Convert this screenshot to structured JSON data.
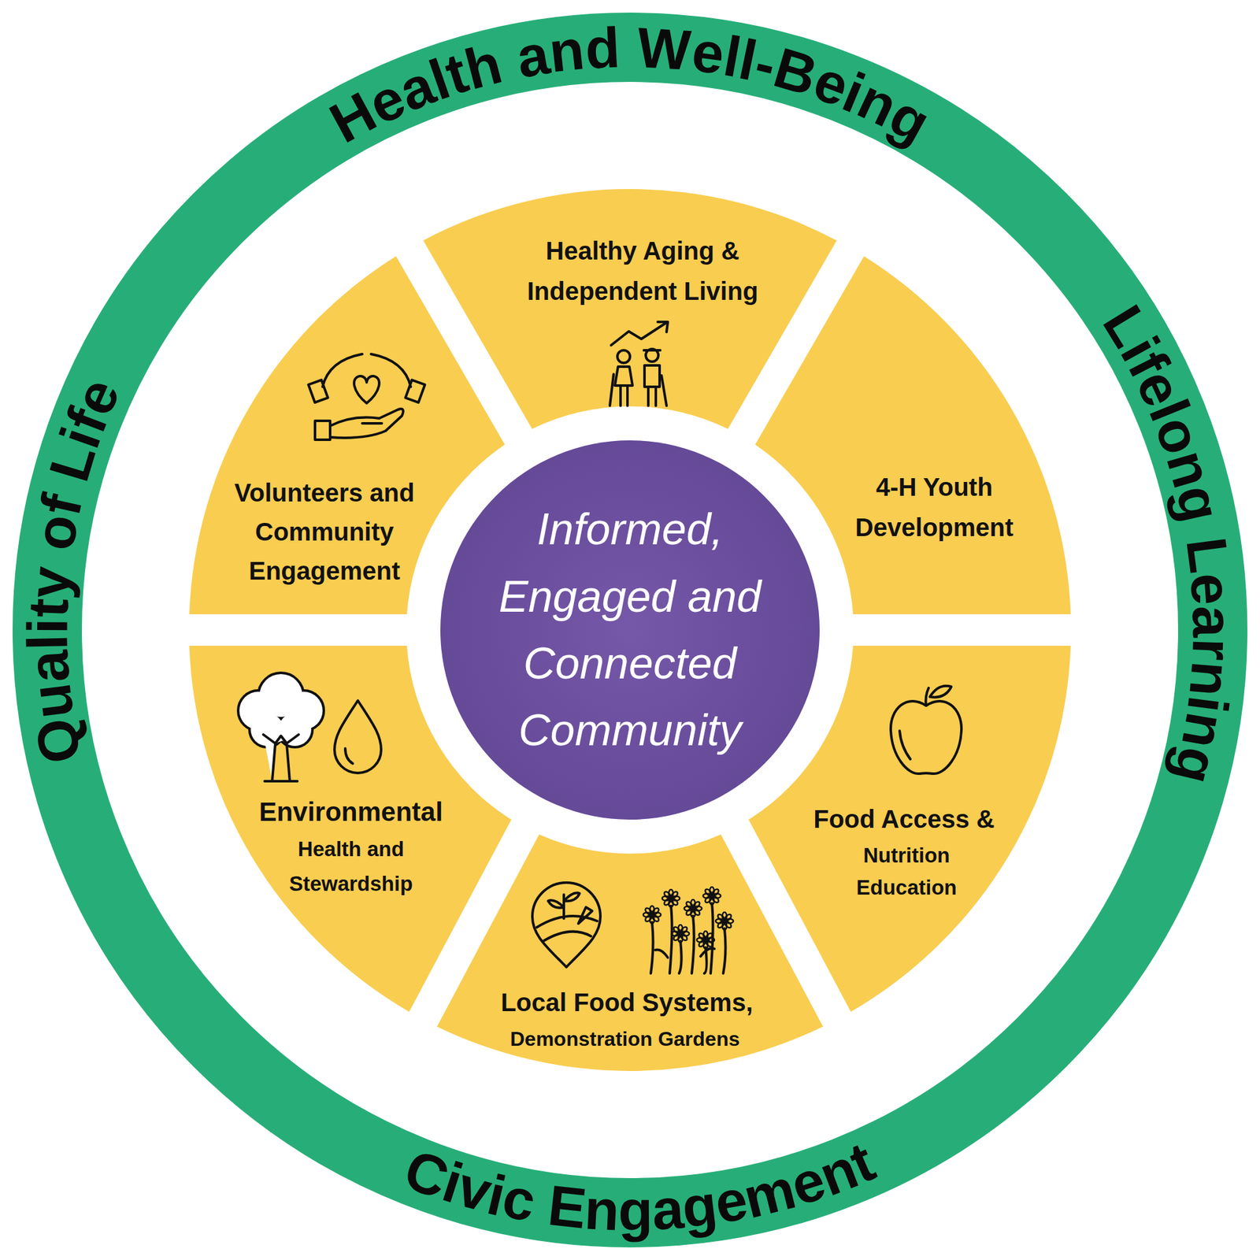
{
  "diagram": {
    "nodes": [
      {
        "text": [
          "Health and Well-Being",
          "Lifelong Learning",
          "Civic Engagement",
          "Quality of Life"
        ]
      },
      {
        "text": [
          "Informed, Engaged and Connected Community"
        ],
        "in": 0
      },
      {
        "text": [
          "Healthy Aging & Independent Living"
        ],
        "in": 0
      },
      {
        "text": [
          "4-H Youth Development"
        ],
        "in": 0
      },
      {
        "text": [
          "Food Access &",
          "Nutrition Education"
        ],
        "in": 0
      },
      {
        "text": [
          "Local Food Systems,",
          "Demonstration Gardens"
        ],
        "in": 0
      },
      {
        "text": [
          "Environmental",
          "Health and Stewardship"
        ],
        "in": 0
      },
      {
        "text": [
          "Volunteers and Community Engagement"
        ],
        "in": 0
      }
    ]
  }
}
